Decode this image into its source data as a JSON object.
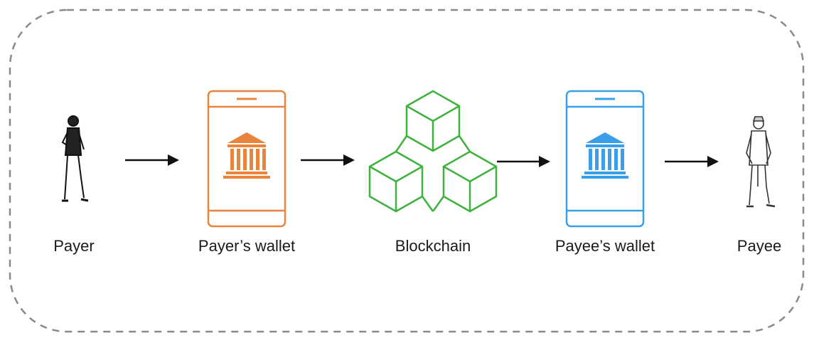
{
  "diagram": {
    "nodes": [
      {
        "id": "payer",
        "label": "Payer",
        "icon": "person-icon"
      },
      {
        "id": "payer_wallet",
        "label": "Payer’s wallet",
        "icon": "bank-phone-icon",
        "color": "#e8843c"
      },
      {
        "id": "blockchain",
        "label": "Blockchain",
        "icon": "cubes-icon",
        "color": "#3db23d"
      },
      {
        "id": "payee_wallet",
        "label": "Payee’s wallet",
        "icon": "bank-phone-icon",
        "color": "#3a9fe8"
      },
      {
        "id": "payee",
        "label": "Payee",
        "icon": "person-icon"
      }
    ],
    "edges": [
      {
        "from": "payer",
        "to": "payer_wallet"
      },
      {
        "from": "payer_wallet",
        "to": "blockchain"
      },
      {
        "from": "blockchain",
        "to": "payee_wallet"
      },
      {
        "from": "payee_wallet",
        "to": "payee"
      }
    ],
    "colors": {
      "border": "#8a8a8a",
      "arrow": "#111111",
      "text": "#1a1a1a"
    }
  }
}
